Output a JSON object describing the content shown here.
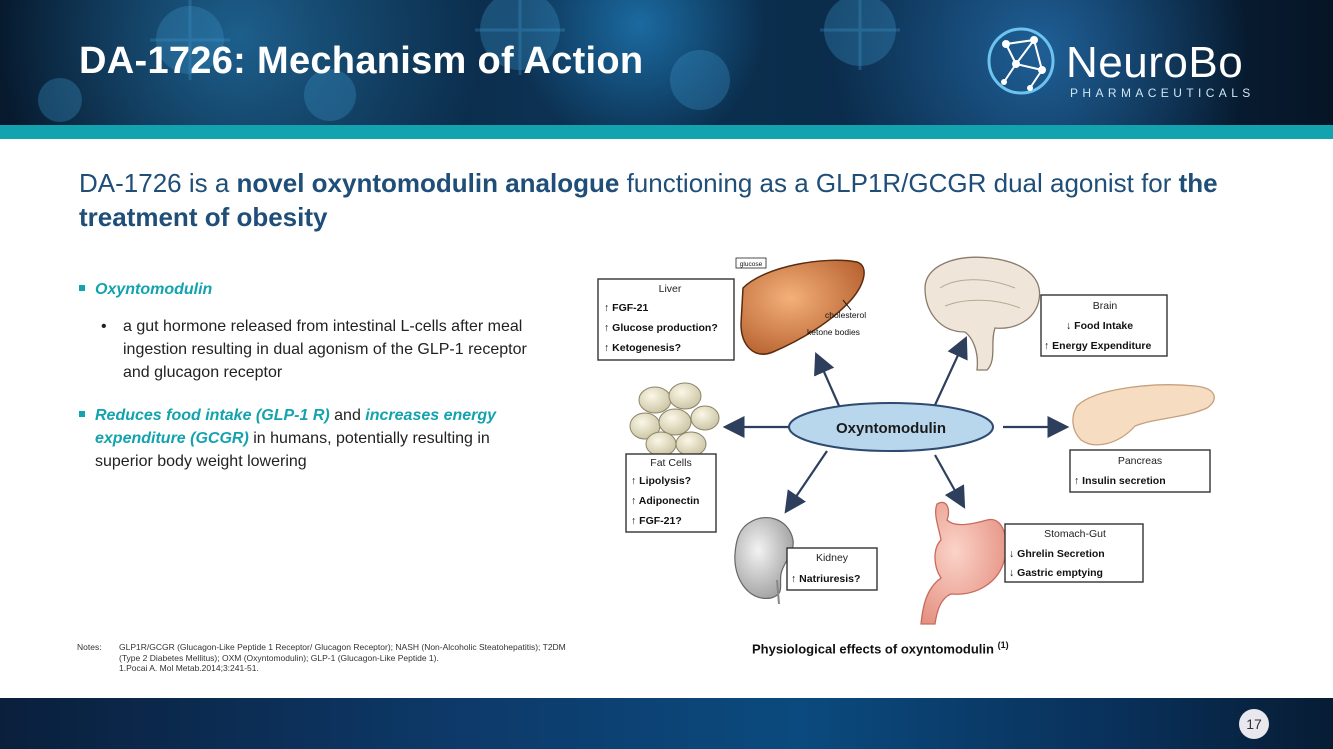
{
  "header": {
    "title": "DA-1726: Mechanism of Action",
    "logo_name": "NeuroBo",
    "logo_sub": "PHARMACEUTICALS"
  },
  "subtitle": {
    "p1": "DA-1726 is a ",
    "b1": "novel oxyntomodulin analogue",
    "p2": " functioning as a GLP1R/GCGR dual agonist for ",
    "b2": "the treatment of obesity"
  },
  "bullets": {
    "b1_title": "Oxyntomodulin",
    "b2_text": "a gut hormone released from intestinal L-cells after meal ingestion resulting in dual agonism of the GLP-1 receptor and glucagon receptor",
    "b3_a": "Reduces food intake (GLP-1 R)",
    "b3_and": " and ",
    "b3_b": "increases energy expenditure (GCGR)",
    "b3_rest": " in humans, potentially resulting in superior body weight lowering"
  },
  "diagram": {
    "center": "Oxyntomodulin",
    "liver": {
      "title": "Liver",
      "l1": "↑ FGF-21",
      "l2": "↑ Glucose production?",
      "l3": "↑ Ketogenesis?"
    },
    "liver_labels": {
      "glucose": "glucose",
      "cholesterol": "cholesterol",
      "ketone": "ketone bodies"
    },
    "brain": {
      "title": "Brain",
      "l1": "↓ Food Intake",
      "l2": "↑ Energy Expenditure"
    },
    "fat": {
      "title": "Fat Cells",
      "l1": "↑ Lipolysis?",
      "l2": "↑ Adiponectin",
      "l3": "↑ FGF-21?"
    },
    "pancreas": {
      "title": "Pancreas",
      "l1": "↑ Insulin secretion"
    },
    "kidney": {
      "title": "Kidney",
      "l1": "↑ Natriuresis?"
    },
    "stomach": {
      "title": "Stomach-Gut",
      "l1": "↓ Ghrelin Secretion",
      "l2": "↓ Gastric emptying"
    }
  },
  "caption": {
    "text": "Physiological effects of oxyntomodulin ",
    "sup": "(1)"
  },
  "notes": {
    "label": "Notes:",
    "text": "GLP1R/GCGR (Glucagon-Like Peptide 1 Receptor/ Glucagon Receptor); NASH (Non-Alcoholic Steatohepatitis); T2DM (Type 2 Diabetes Mellitus); OXM (Oxyntomodulin); GLP-1 (Glucagon-Like Peptide 1).",
    "ref": "1.Pocai A. Mol Metab.2014;3:241-51."
  },
  "page_number": "17",
  "colors": {
    "teal": "#12a3ae",
    "navy": "#1f4e79"
  }
}
